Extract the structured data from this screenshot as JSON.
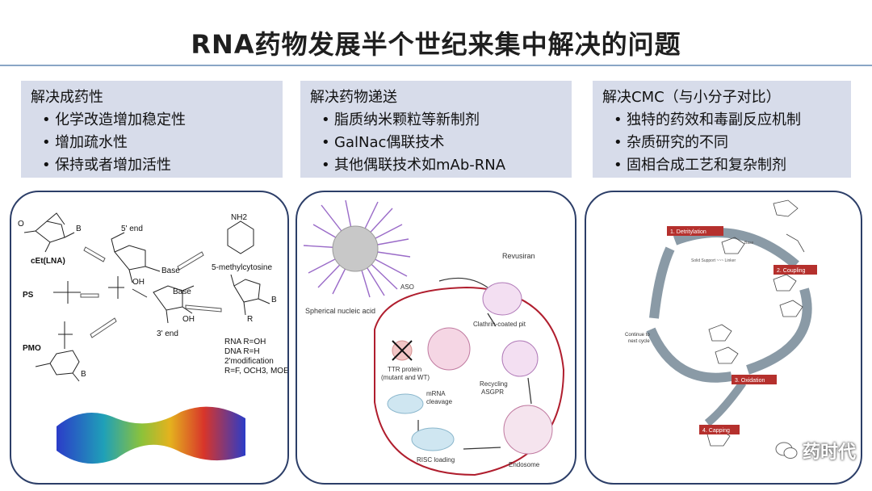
{
  "slide": {
    "title": "RNA药物发展半个世纪来集中解决的问题"
  },
  "boxes": [
    {
      "heading": "解决成药性",
      "items": [
        "化学改造增加稳定性",
        "增加疏水性",
        "保持或者增加活性"
      ]
    },
    {
      "heading": "解决药物递送",
      "items": [
        "脂质纳米颗粒等新制剂",
        "GalNac偶联技术",
        "其他偶联技术如mAb-RNA"
      ]
    },
    {
      "heading": "解决CMC（与小分子对比）",
      "items": [
        "独特的药效和毒副反应机制",
        "杂质研究的不同",
        "固相合成工艺和复杂制剂"
      ]
    }
  ],
  "panel1": {
    "cet": "cEt(LNA)",
    "ps": "PS",
    "pmo": "PMO",
    "five_end": "5' end",
    "three_end": "3' end",
    "base1": "Base",
    "base2": "Base",
    "base3": "B",
    "base4": "B",
    "base5": "B",
    "methylcytosine": "5-methylcytosine",
    "nh2": "NH2",
    "rna": "RNA R=OH",
    "dna": "DNA R=H",
    "mod": "2'modification",
    "rlist": "R=F, OCH3, MOE",
    "r": "R",
    "oh1": "OH",
    "oh2": "OH"
  },
  "panel2": {
    "sna": "Spherical nucleic acid",
    "aso": "ASO",
    "revusiran": "Revusiran",
    "clathrin": "Clathrin-coated pit",
    "recycling": "Recycling",
    "asgpr": "ASGPR",
    "endosome": "Endosome",
    "risc": "RISC loading",
    "mrna": "mRNA",
    "cleavage": "cleavage",
    "ttr1": "TTR protein",
    "ttr2": "(mutant and WT)"
  },
  "panel3": {
    "step1": "1. Detritylation",
    "step2": "2. Coupling",
    "step3": "3. Oxidation",
    "step4": "4. Capping",
    "continue1": "Continue to",
    "continue2": "next cycle",
    "support": "Solid Support ~~~ Linker",
    "base": "Base"
  },
  "watermark": {
    "text": "药时代"
  },
  "colors": {
    "box_bg": "#d7dcea",
    "panel_border": "#2c3e68",
    "step_red": "#b5302d",
    "arrow_gray": "#8a9aa6",
    "cell_border": "#b01e2e"
  }
}
